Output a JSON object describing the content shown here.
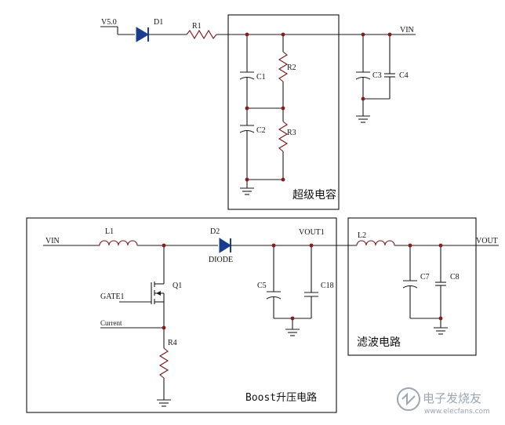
{
  "labels": {
    "v50": "V5.0",
    "d1": "D1",
    "r1": "R1",
    "vin_top": "VIN",
    "c1": "C1",
    "c2": "C2",
    "r2": "R2",
    "r3": "R3",
    "c3": "C3",
    "c4": "C4",
    "supercap_title": "超级电容",
    "vin_bottom": "VIN",
    "l1": "L1",
    "d2": "D2",
    "diode": "DIODE",
    "vout1": "VOUT1",
    "q1": "Q1",
    "gate1": "GATE1",
    "current": "Current",
    "r4": "R4",
    "c5": "C5",
    "c18": "C18",
    "boost_title": "Boost升压电路",
    "l2": "L2",
    "vout": "VOUT",
    "c7": "C7",
    "c8": "C8",
    "filter_title": "滤波电路"
  },
  "watermark": {
    "brand": "电子发烧友",
    "url": "www.elecfans.com"
  }
}
